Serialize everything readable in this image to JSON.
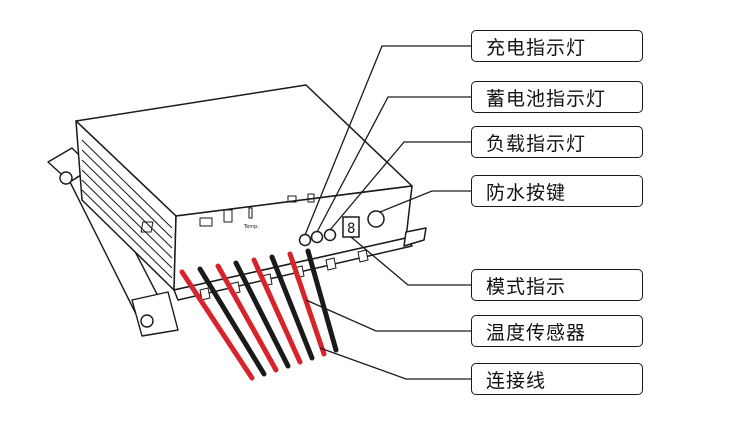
{
  "callouts": [
    {
      "label": "充电指示灯",
      "target": "charge-indicator"
    },
    {
      "label": "蓄电池指示灯",
      "target": "battery-indicator"
    },
    {
      "label": "负载指示灯",
      "target": "load-indicator"
    },
    {
      "label": "防水按键",
      "target": "waterproof-button"
    },
    {
      "label": "模式指示",
      "target": "mode-display"
    },
    {
      "label": "温度传感器",
      "target": "temperature-sensor"
    },
    {
      "label": "连接线",
      "target": "connection-wires"
    }
  ],
  "device": {
    "mode_digit": "8",
    "temp_label": "Temp."
  },
  "wire_colors": [
    "#d8232a",
    "#1a1a1a",
    "#d8232a",
    "#1a1a1a",
    "#d8232a",
    "#1a1a1a",
    "#d8232a",
    "#1a1a1a"
  ]
}
